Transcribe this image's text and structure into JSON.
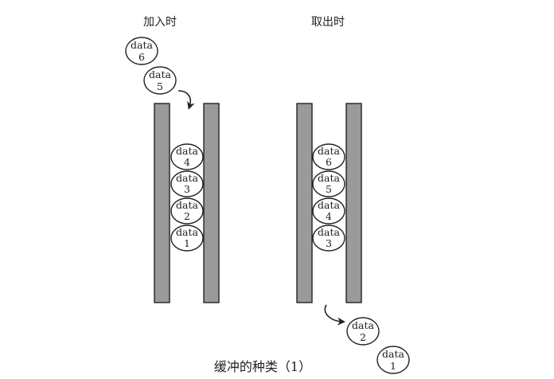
{
  "diagram": {
    "caption": "缓冲的种类（1）",
    "left_panel": {
      "title": "加入时",
      "incoming": [
        {
          "word": "data",
          "num": "6"
        },
        {
          "word": "data",
          "num": "5"
        }
      ],
      "stack": [
        {
          "word": "data",
          "num": "4"
        },
        {
          "word": "data",
          "num": "3"
        },
        {
          "word": "data",
          "num": "2"
        },
        {
          "word": "data",
          "num": "1"
        }
      ]
    },
    "right_panel": {
      "title": "取出时",
      "stack": [
        {
          "word": "data",
          "num": "6"
        },
        {
          "word": "data",
          "num": "5"
        },
        {
          "word": "data",
          "num": "4"
        },
        {
          "word": "data",
          "num": "3"
        }
      ],
      "outgoing": [
        {
          "word": "data",
          "num": "2"
        },
        {
          "word": "data",
          "num": "1"
        }
      ]
    },
    "colors": {
      "wall_fill": "#9a9a9a",
      "stroke": "#222222",
      "background": "#ffffff"
    }
  }
}
